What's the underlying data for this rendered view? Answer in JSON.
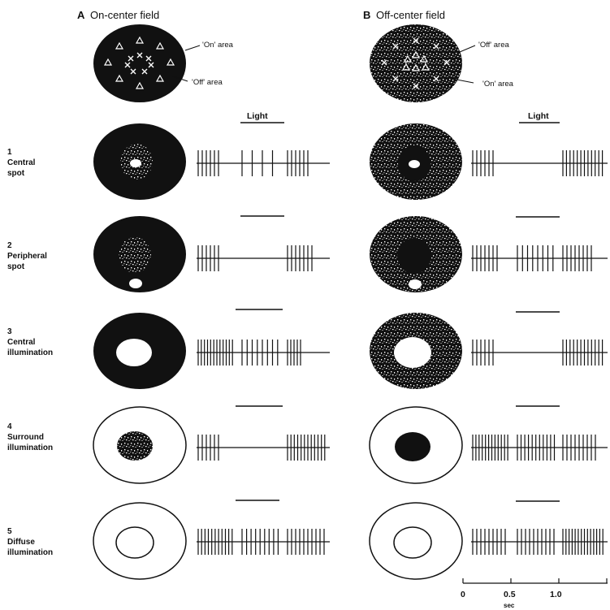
{
  "panels": [
    {
      "letter": "A",
      "title": "On-center field",
      "legend_on": "'On' area",
      "legend_off": "'Off' area",
      "light_label": "Light"
    },
    {
      "letter": "B",
      "title": "Off-center field",
      "legend_on": "'On' area",
      "legend_off": "'Off' area",
      "light_label": "Light"
    }
  ],
  "conditions": [
    {
      "num": "1",
      "line1": "Central",
      "line2": "spot"
    },
    {
      "num": "2",
      "line1": "Peripheral",
      "line2": "spot"
    },
    {
      "num": "3",
      "line1": "Central",
      "line2": "illumination"
    },
    {
      "num": "4",
      "line1": "Surround",
      "line2": "illumination"
    },
    {
      "num": "5",
      "line1": "Diffuse",
      "line2": "illumination"
    }
  ],
  "timescale": {
    "ticks": [
      "0",
      "0.5",
      "1.0"
    ],
    "unit": "sec"
  },
  "colors": {
    "ink": "#111111",
    "paper": "#ffffff"
  },
  "spike_data": {
    "A": [
      {
        "before": [
          6,
          5
        ],
        "during": [
          4,
          18
        ],
        "after": [
          6,
          5
        ]
      },
      {
        "before": [
          6,
          5
        ],
        "during": [
          0,
          0
        ],
        "after": [
          7,
          5
        ]
      },
      {
        "before": [
          12,
          4
        ],
        "during": [
          8,
          12
        ],
        "after": [
          5,
          4
        ]
      },
      {
        "before": [
          6,
          5
        ],
        "during": [
          0,
          0
        ],
        "after": [
          12,
          22
        ]
      },
      {
        "before": [
          11,
          6
        ],
        "during": [
          9,
          6
        ],
        "after": [
          10,
          6
        ]
      }
    ],
    "B": [
      {
        "before": [
          6,
          5
        ],
        "during": [
          0,
          0
        ],
        "after": [
          12,
          22
        ]
      },
      {
        "before": [
          7,
          5
        ],
        "during": [
          8,
          10
        ],
        "after": [
          8,
          5
        ]
      },
      {
        "before": [
          6,
          5
        ],
        "during": [
          0,
          0
        ],
        "after": [
          12,
          22
        ]
      },
      {
        "before": [
          12,
          5
        ],
        "during": [
          11,
          8
        ],
        "after": [
          9,
          5
        ]
      },
      {
        "before": [
          9,
          5
        ],
        "during": [
          10,
          6
        ],
        "after": [
          14,
          12
        ]
      }
    ]
  }
}
